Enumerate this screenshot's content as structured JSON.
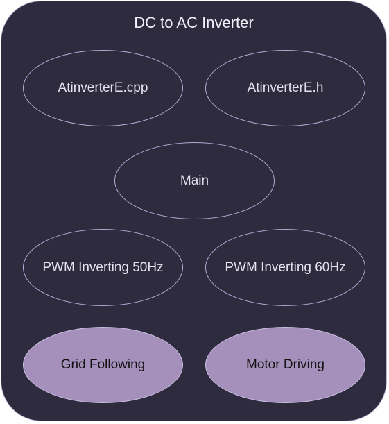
{
  "title": "DC to AC Inverter",
  "nodes": {
    "cpp": "AtinverterE.cpp",
    "header": "AtinverterE.h",
    "main": "Main",
    "pwm50": "PWM Inverting 50Hz",
    "pwm60": "PWM Inverting 60Hz",
    "grid": "Grid Following",
    "motor": "Motor Driving"
  },
  "colors": {
    "background": "#2e2b3f",
    "outline": "#b3abd6",
    "filled": "#a590bb"
  }
}
